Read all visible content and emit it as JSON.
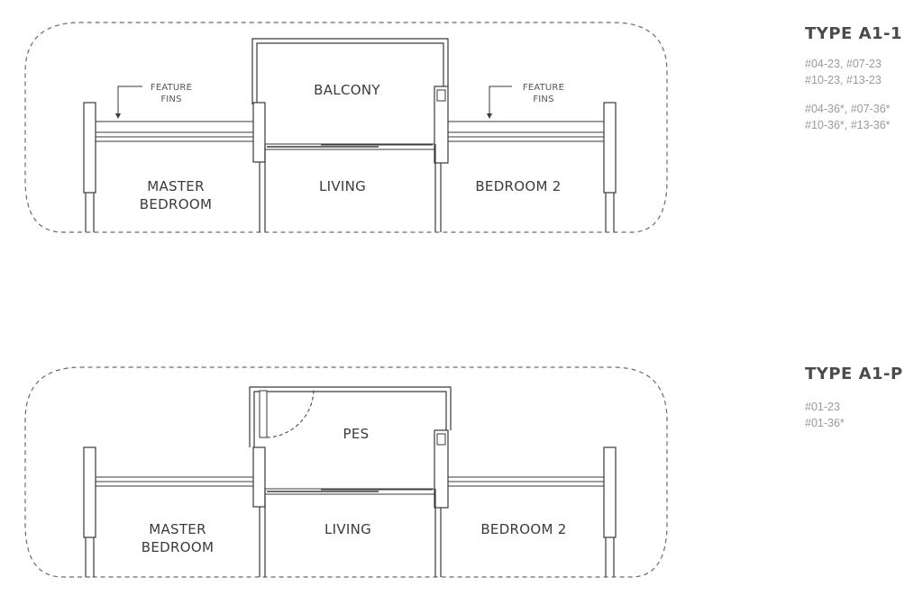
{
  "plans": [
    {
      "type_title": "TYPE A1-1",
      "unit_groups": [
        [
          "#04-23, #07-23",
          "#10-23, #13-23"
        ],
        [
          "#04-36*, #07-36*",
          "#10-36*, #13-36*"
        ]
      ],
      "rooms": {
        "top": "BALCONY",
        "left": [
          "MASTER",
          "BEDROOM"
        ],
        "center": "LIVING",
        "right": "BEDROOM 2"
      },
      "annotations": {
        "left_fins": [
          "FEATURE",
          "FINS"
        ],
        "right_fins": [
          "FEATURE",
          "FINS"
        ]
      }
    },
    {
      "type_title": "TYPE A1-P",
      "unit_groups": [
        [
          "#01-23",
          "#01-36*"
        ]
      ],
      "rooms": {
        "top": "PES",
        "left": [
          "MASTER",
          "BEDROOM"
        ],
        "center": "LIVING",
        "right": "BEDROOM 2"
      }
    }
  ],
  "colors": {
    "line": "#3a3a3a",
    "dash": "#6a6a6a",
    "text": "#3b3b3b",
    "units": "#9a9a9a"
  }
}
